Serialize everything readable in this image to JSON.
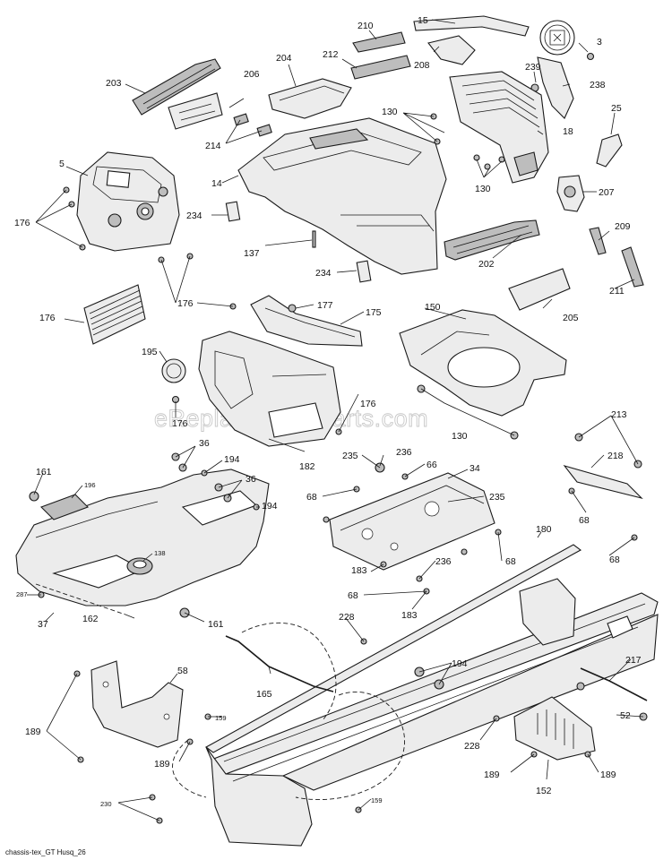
{
  "watermark": "eReplacementParts.com",
  "footer_code": "chassis-tex_GT Husq_26",
  "labels": [
    {
      "text": "210"
    },
    {
      "text": "15"
    },
    {
      "text": "3"
    },
    {
      "text": "212"
    },
    {
      "text": "204"
    },
    {
      "text": "208"
    },
    {
      "text": "239"
    },
    {
      "text": "238"
    },
    {
      "text": "203"
    },
    {
      "text": "206"
    },
    {
      "text": "130"
    },
    {
      "text": "25"
    },
    {
      "text": "18"
    },
    {
      "text": "214"
    },
    {
      "text": "5"
    },
    {
      "text": "14"
    },
    {
      "text": "130"
    },
    {
      "text": "207"
    },
    {
      "text": "176"
    },
    {
      "text": "234"
    },
    {
      "text": "137"
    },
    {
      "text": "209"
    },
    {
      "text": "202"
    },
    {
      "text": "234"
    },
    {
      "text": "211"
    },
    {
      "text": "176"
    },
    {
      "text": "176"
    },
    {
      "text": "177"
    },
    {
      "text": "150"
    },
    {
      "text": "175"
    },
    {
      "text": "205"
    },
    {
      "text": "195"
    },
    {
      "text": "176"
    },
    {
      "text": "176"
    },
    {
      "text": "130"
    },
    {
      "text": "213"
    },
    {
      "text": "36"
    },
    {
      "text": "182"
    },
    {
      "text": "235"
    },
    {
      "text": "236"
    },
    {
      "text": "218"
    },
    {
      "text": "161"
    },
    {
      "text": "194"
    },
    {
      "text": "66"
    },
    {
      "text": "34"
    },
    {
      "text": "196"
    },
    {
      "text": "36"
    },
    {
      "text": "68"
    },
    {
      "text": "235"
    },
    {
      "text": "194"
    },
    {
      "text": "68"
    },
    {
      "text": "138"
    },
    {
      "text": "68"
    },
    {
      "text": "180"
    },
    {
      "text": "68"
    },
    {
      "text": "183"
    },
    {
      "text": "287"
    },
    {
      "text": "236"
    },
    {
      "text": "68"
    },
    {
      "text": "37"
    },
    {
      "text": "162"
    },
    {
      "text": "161"
    },
    {
      "text": "183"
    },
    {
      "text": "228"
    },
    {
      "text": "58"
    },
    {
      "text": "194"
    },
    {
      "text": "217"
    },
    {
      "text": "165"
    },
    {
      "text": "52"
    },
    {
      "text": "189"
    },
    {
      "text": "159"
    },
    {
      "text": "228"
    },
    {
      "text": "189"
    },
    {
      "text": "189"
    },
    {
      "text": "189"
    },
    {
      "text": "152"
    },
    {
      "text": "230"
    },
    {
      "text": "159"
    }
  ]
}
